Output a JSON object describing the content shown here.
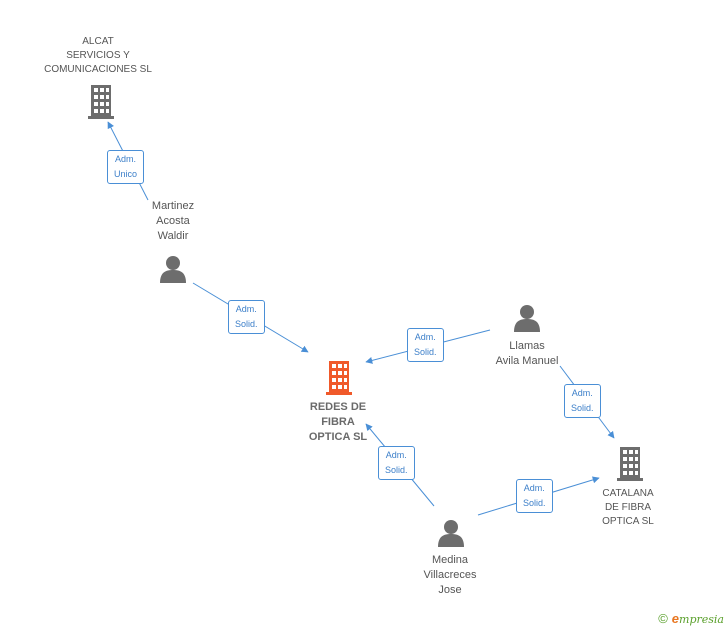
{
  "companies": {
    "alcat": "ALCAT\nSERVICIOS Y\nCOMUNICACIONES SL",
    "redes": "REDES DE\nFIBRA\nOPTICA SL",
    "catalana": "CATALANA\nDE FIBRA\nOPTICA SL"
  },
  "persons": {
    "martinez": "Martinez\nAcosta\nWaldir",
    "llamas": "Llamas\nAvila Manuel",
    "medina": "Medina\nVillacreces\nJose"
  },
  "edges": {
    "martinez_alcat": "Adm.\nUnico",
    "martinez_redes": "Adm.\nSolid.",
    "llamas_redes": "Adm.\nSolid.",
    "llamas_catalana": "Adm.\nSolid.",
    "medina_redes": "Adm.\nSolid.",
    "medina_catalana": "Adm.\nSolid."
  },
  "colors": {
    "edge": "#4a8fd6",
    "company_icon": "#6d6d6d",
    "main_company_icon": "#f0592a",
    "person_icon": "#6d6d6d"
  },
  "icons": {
    "company": "building-icon",
    "person": "person-icon"
  },
  "footer": {
    "copyright": "©",
    "brand_initial": "e",
    "brand_rest": "mpresia"
  }
}
